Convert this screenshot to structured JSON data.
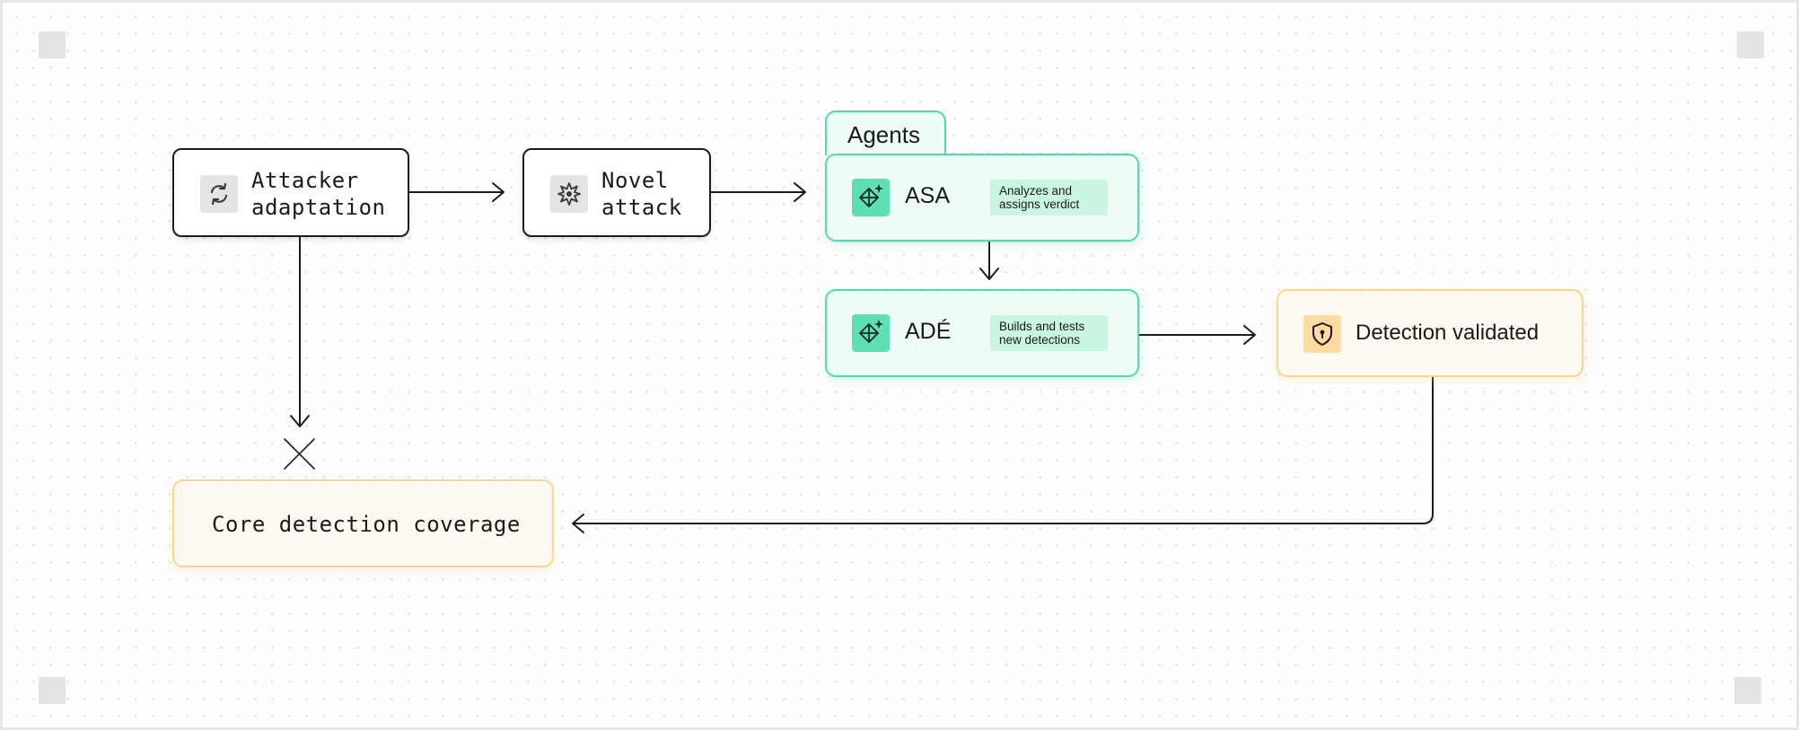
{
  "nodes": {
    "attacker_adaptation": {
      "line1": "Attacker",
      "line2": "adaptation",
      "icon": "refresh-icon"
    },
    "novel_attack": {
      "line1": "Novel",
      "line2": "attack",
      "icon": "burst-icon"
    },
    "agents_group": {
      "label": "Agents"
    },
    "asa": {
      "name": "ASA",
      "desc_line1": "Analyzes and",
      "desc_line2": "assigns verdict",
      "icon": "sparkle-diamond-icon"
    },
    "ade": {
      "name": "ADÉ",
      "desc_line1": "Builds and tests",
      "desc_line2": "new detections",
      "icon": "sparkle-diamond-icon"
    },
    "detection_validated": {
      "label": "Detection validated",
      "icon": "shield-icon"
    },
    "core_detection": {
      "label": "Core detection coverage"
    }
  },
  "colors": {
    "agent_accent": "#4fdca8",
    "agent_fill": "#effbf5",
    "warm_accent": "#fbd58a",
    "warm_fill": "#fffaf1",
    "line": "#1c1c1c"
  }
}
